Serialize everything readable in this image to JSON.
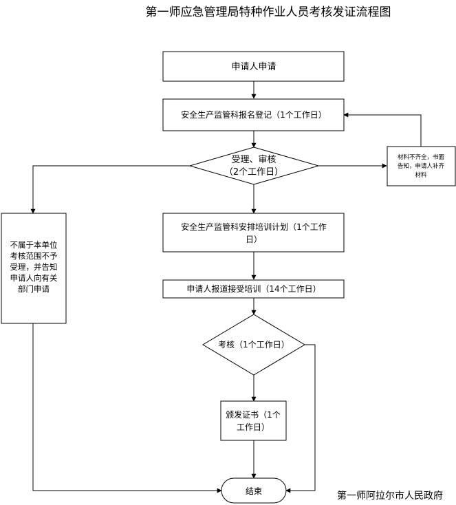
{
  "title": "第一师应急管理局特种作业人员考核发证流程图",
  "footer": "第一师阿拉尔市人民政府",
  "nodes": {
    "apply": "申请人申请",
    "register": "安全生产监管科报名登记（1个工作日）",
    "review_line1": "受理、审核",
    "review_line2": "（2个工作日）",
    "incomplete_line1": "材料不齐全，书面",
    "incomplete_line2": "告知，申请人补齐",
    "incomplete_line3": "材料",
    "reject_line1": "不属于本单位",
    "reject_line2": "考核范围不予",
    "reject_line3": "受理，并告知",
    "reject_line4": "申请人向有关",
    "reject_line5": "部门申请",
    "training_plan_line1": "安全生产监管科安排培训计划（1个工作",
    "training_plan_line2": "日）",
    "report_training": "申请人报道接受培训（14个工作日）",
    "exam": "考核（1个工作日）",
    "certificate_line1": "颁发证书（1个",
    "certificate_line2": "工作日）",
    "end": "结束"
  }
}
